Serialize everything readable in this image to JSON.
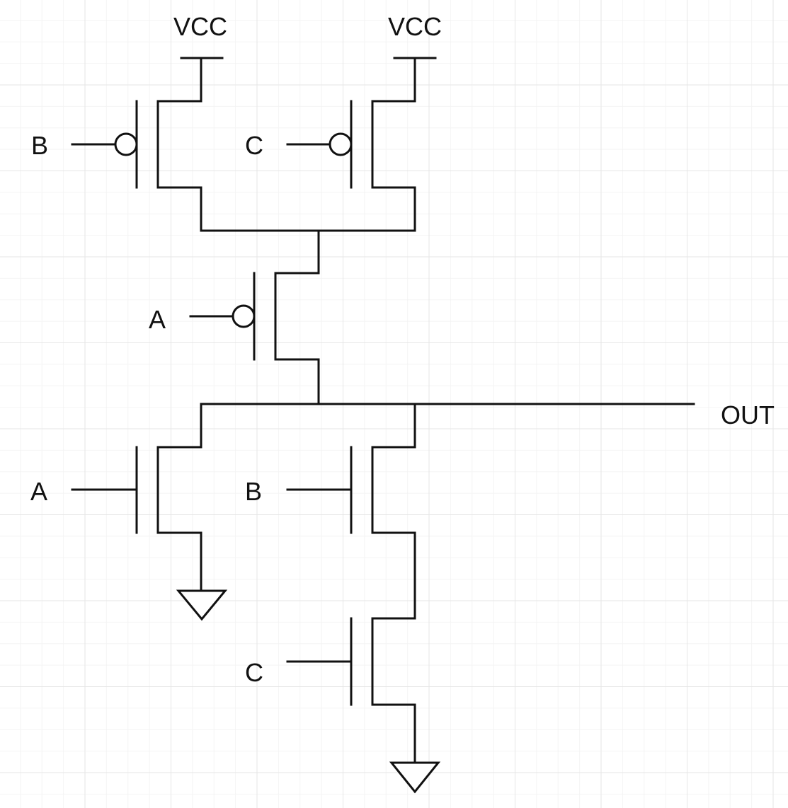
{
  "labels": {
    "vcc_left": "VCC",
    "vcc_right": "VCC",
    "pmos_b_input": "B",
    "pmos_c_input": "C",
    "pmos_a_input": "A",
    "nmos_a_input": "A",
    "nmos_b_input": "B",
    "nmos_c_input": "C",
    "output": "OUT"
  },
  "colors": {
    "wire": "#111111",
    "grid_major": "#e6e6e6",
    "grid_minor": "#f4f4f4",
    "background": "#ffffff"
  }
}
